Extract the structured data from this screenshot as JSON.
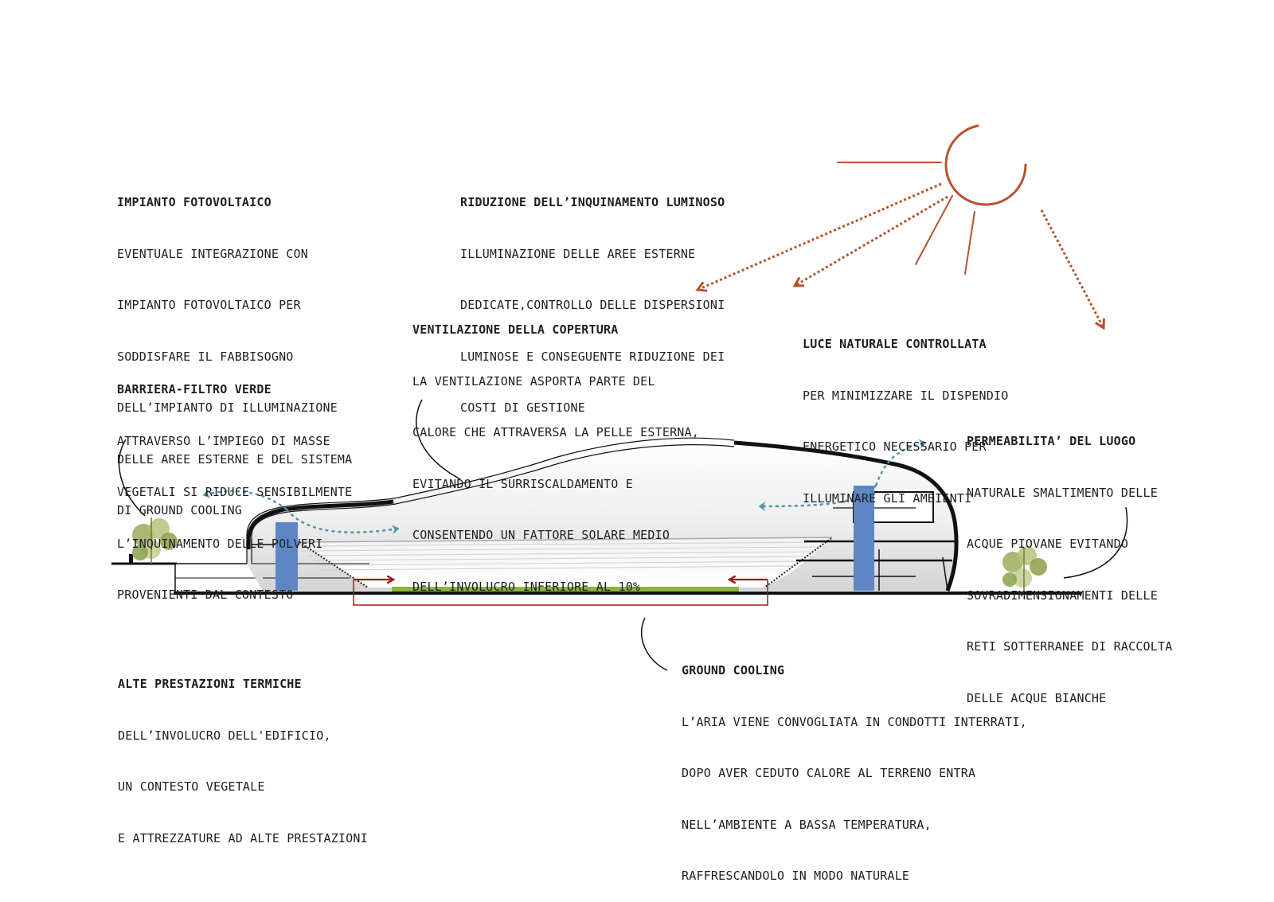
{
  "colors": {
    "sun": "#b5532a",
    "air_flow": "#4f94ad",
    "ground_cooling": "#9e1d1d",
    "green_floor": "#8db43f",
    "structure_blue": "#5e86c4",
    "vegetation": "#9aab5a",
    "ink": "#111111"
  },
  "annotations": {
    "fotovoltaico": {
      "title": "IMPIANTO FOTOVOLTAICO",
      "lines": [
        "EVENTUALE INTEGRAZIONE CON",
        "IMPIANTO FOTOVOLTAICO PER",
        "SODDISFARE IL FABBISOGNO",
        "DELL’IMPIANTO DI ILLUMINAZIONE",
        "DELLE AREE ESTERNE E DEL SISTEMA",
        "DI GROUND COOLING"
      ]
    },
    "inquinamento_luminoso": {
      "title": "RIDUZIONE DELL’INQUINAMENTO LUMINOSO",
      "lines": [
        "ILLUMINAZIONE DELLE AREE ESTERNE",
        "DEDICATE,CONTROLLO DELLE DISPERSIONI",
        "LUMINOSE E CONSEGUENTE RIDUZIONE DEI",
        "COSTI DI GESTIONE"
      ]
    },
    "ventilazione": {
      "title": "VENTILAZIONE DELLA COPERTURA",
      "lines": [
        "LA VENTILAZIONE ASPORTA PARTE DEL",
        "CALORE CHE ATTRAVERSA LA PELLE ESTERNA,",
        "EVITANDO IL SURRISCALDAMENTO E",
        "CONSENTENDO UN FATTORE SOLARE MEDIO",
        "DELL’INVOLUCRO INFERIORE AL 10%"
      ]
    },
    "luce_naturale": {
      "title": "LUCE NATURALE CONTROLLATA",
      "lines": [
        "PER MINIMIZZARE IL DISPENDIO",
        "ENERGETICO NECESSARIO PER",
        "ILLUMINARE GLI AMBIENTI"
      ]
    },
    "barriera": {
      "title": "BARRIERA-FILTRO VERDE",
      "lines": [
        "ATTRAVERSO L’IMPIEGO DI MASSE",
        "VEGETALI SI RIDUCE SENSIBILMENTE",
        "L’INQUINAMENTO DELLE POLVERI",
        "PROVENIENTI DAL CONTESTO"
      ]
    },
    "permeabilita": {
      "title": "PERMEABILITA’ DEL LUOGO",
      "lines": [
        "NATURALE SMALTIMENTO DELLE",
        "ACQUE PIOVANE EVITANDO",
        "SOVRADIMENSIONAMENTI DELLE",
        "RETI SOTTERRANEE DI RACCOLTA",
        "DELLE ACQUE BIANCHE"
      ]
    },
    "prestazioni": {
      "title": "ALTE PRESTAZIONI TERMICHE",
      "lines": [
        "DELL’INVOLUCRO DELL'EDIFICIO,",
        "UN CONTESTO VEGETALE",
        "E ATTREZZATURE AD ALTE PRESTAZIONI"
      ]
    },
    "ground_cooling": {
      "title": "GROUND COOLING",
      "lines": [
        "L’ARIA VIENE CONVOGLIATA IN CONDOTTI INTERRATI,",
        "DOPO AVER CEDUTO CALORE AL TERRENO ENTRA",
        "NELL’AMBIENTE A BASSA TEMPERATURA,",
        "RAFFRESCANDOLO IN MODO NATURALE"
      ]
    }
  }
}
